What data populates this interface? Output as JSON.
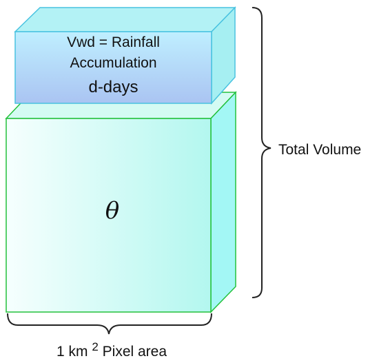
{
  "rainfall_block": {
    "line1": "Vwd = Rainfall",
    "line2": "Accumulation",
    "line3": "d-days"
  },
  "soil_block": {
    "symbol": "θ"
  },
  "labels": {
    "total_volume": "Total Volume",
    "pixel_area_prefix": "1 km ",
    "pixel_area_sup": "2",
    "pixel_area_suffix": " Pixel area"
  },
  "colors": {
    "rain_front_top": "#bfefff",
    "rain_front_bottom": "#aac4f2",
    "rain_edge": "#48c2e0",
    "rain_top_face": "#b3f2f5",
    "rain_side_face": "#a6eff2",
    "soil_front_light": "#f6fffe",
    "soil_front_dark": "#b3f7ef",
    "soil_edge": "#22c13a",
    "soil_side_face": "#a3f7f5"
  }
}
